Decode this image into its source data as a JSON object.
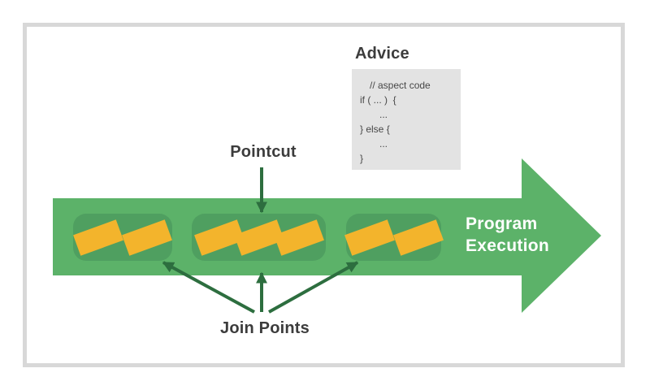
{
  "diagram": {
    "advice": {
      "title": "Advice",
      "code_lines": [
        "// aspect code",
        "if ( ... )  {",
        "...",
        "} else {",
        "...",
        "}"
      ]
    },
    "pointcut": {
      "label": "Pointcut"
    },
    "join_points": {
      "label": "Join Points",
      "groups": [
        {
          "join_point_count": 2
        },
        {
          "join_point_count": 3
        },
        {
          "join_point_count": 2
        }
      ]
    },
    "program_execution": {
      "label_line1": "Program",
      "label_line2": "Execution"
    },
    "colors": {
      "band_green": "#5cb269",
      "box_green": "#4f9f60",
      "join_point_yellow": "#f3b42c",
      "annotation_green": "#2d6e3f",
      "text_dark": "#3c3c3c",
      "code_box_bg": "#e3e3e3",
      "frame_border": "#d8d8d8"
    }
  }
}
